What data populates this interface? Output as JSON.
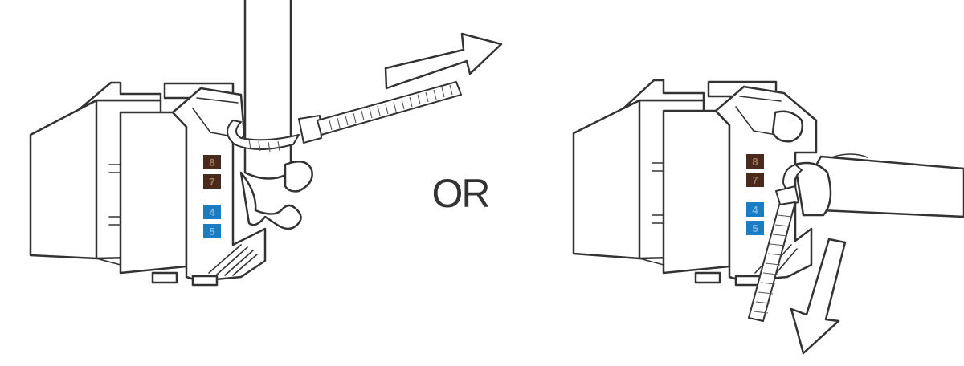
{
  "separator_text": "OR",
  "pin_labels": {
    "left": [
      "8",
      "7",
      "4",
      "5"
    ],
    "right": [
      "8",
      "7",
      "4",
      "5"
    ]
  },
  "colors": {
    "line": "#333333",
    "brown_pair": "#4a2a1c",
    "blue_pair": "#1a7cc2",
    "pin_text_brown": "#a07a5e",
    "pin_text_blue": "#7fb6e0"
  },
  "icons": {
    "left_arrow": "arrow-right-icon",
    "right_arrow": "arrow-down-icon"
  }
}
